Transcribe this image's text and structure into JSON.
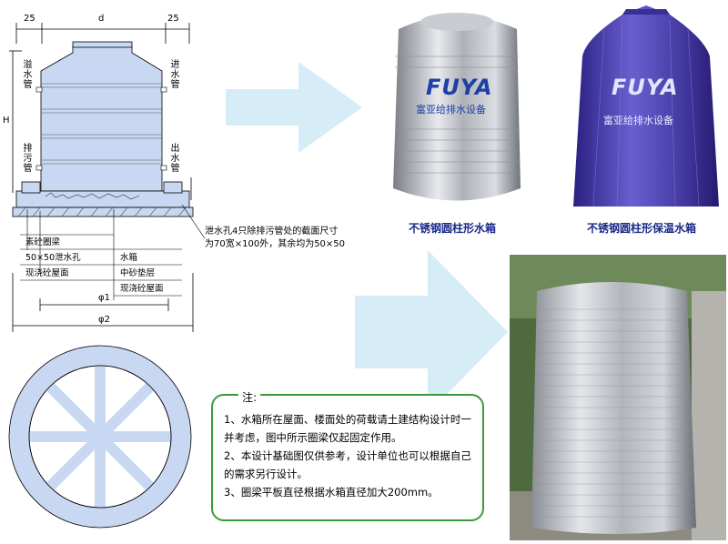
{
  "dimensions": {
    "left_margin": "25",
    "diameter": "d",
    "right_margin": "25",
    "height": "H",
    "phi1": "φ1",
    "phi2": "φ2"
  },
  "pipes": {
    "overflow": "溢水管",
    "inlet": "进水管",
    "drain": "排污管",
    "outlet": "出水管"
  },
  "callout": {
    "line1": "泄水孔4只除排污管处的截面尺寸",
    "line2": "为70宽×100外，其余均为50×50"
  },
  "layers_left": [
    "素砼圈梁",
    "50×50泄水孔",
    "现浇砼屋面"
  ],
  "layers_right": [
    "水箱",
    "中砂垫层",
    "现浇砼屋面"
  ],
  "products": [
    {
      "brand": "FUYA",
      "subtitle": "富亚给排水设备",
      "caption": "不锈钢圆柱形水箱"
    },
    {
      "brand": "FUYA",
      "subtitle": "富亚给排水设备",
      "caption": "不锈钢圆柱形保温水箱"
    }
  ],
  "notes": {
    "title": "注:",
    "items": [
      "1、水箱所在屋面、楼面处的荷载请土建结构设计时一并考虑，图中所示圈梁仅起固定作用。",
      "2、本设计基础图仅供参考，设计单位也可以根据自己的需求另行设计。",
      "3、圈梁平板直径根据水箱直径加大200mm。"
    ]
  },
  "colors": {
    "diagram_fill": "#c9d8f2",
    "arrow": "#d6ecf7",
    "notes_border": "#3a9a3a",
    "caption": "#1a2a88",
    "tank_purple": "#4a3fa8"
  }
}
